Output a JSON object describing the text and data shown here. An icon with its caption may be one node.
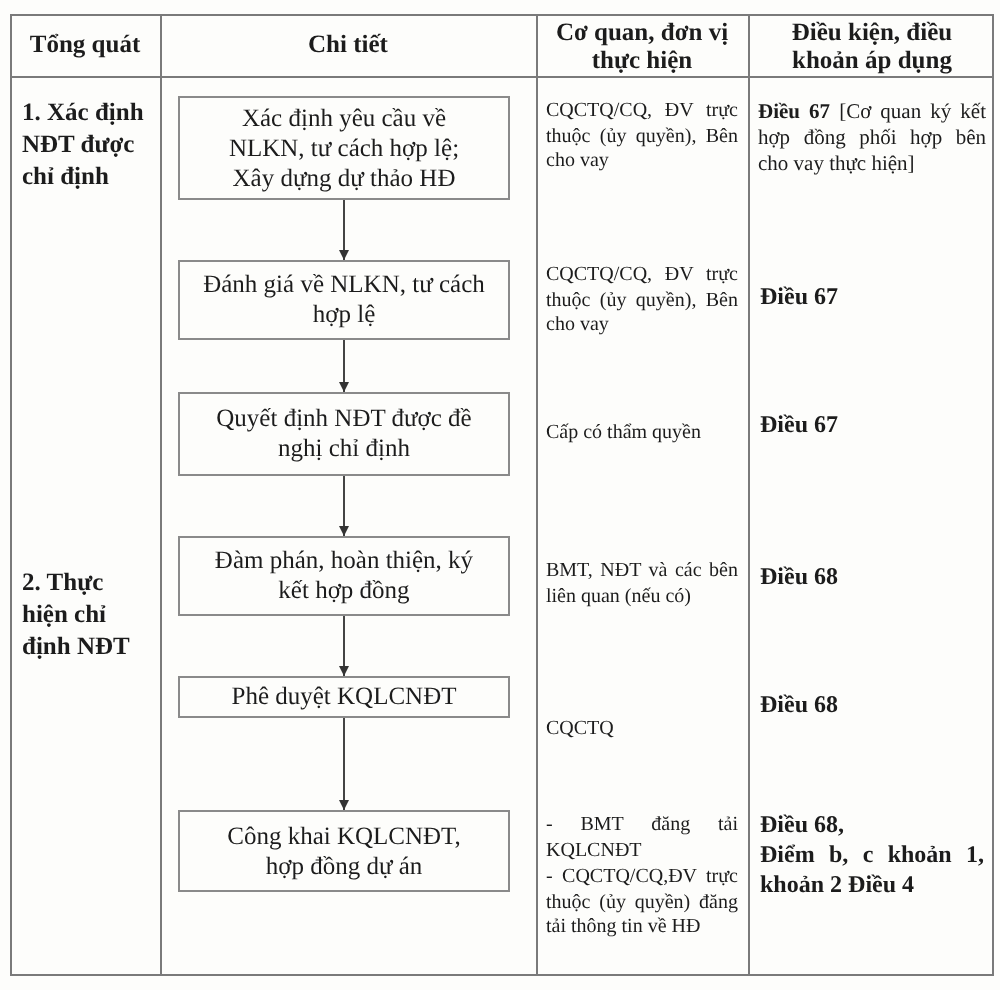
{
  "diagram": {
    "nodes": [
      {
        "text": [
          "Xác định yêu cầu về NLKN, tư cách hợp lệ; Xây dựng dự thảo HĐ"
        ]
      },
      {
        "text": [
          "Đánh giá về NLKN, tư cách hợp lệ"
        ]
      },
      {
        "text": [
          "Quyết định NĐT được đề nghị chỉ định"
        ]
      },
      {
        "text": [
          "Đàm phán, hoàn thiện, ký kết hợp đồng"
        ]
      },
      {
        "text": [
          "Phê duyệt KQLCNĐT"
        ]
      },
      {
        "text": [
          "Công khai KQLCNĐT, hợp đồng dự án"
        ]
      }
    ],
    "edges": [
      {
        "from": 0,
        "to": 1,
        "arrow": "to"
      },
      {
        "from": 1,
        "to": 2,
        "arrow": "to"
      },
      {
        "from": 2,
        "to": 3,
        "arrow": "to"
      },
      {
        "from": 3,
        "to": 4,
        "arrow": "to"
      },
      {
        "from": 4,
        "to": 5,
        "arrow": "to"
      }
    ],
    "labels": [
      "Tổng quát",
      "Chi tiết",
      "Cơ quan, đơn vị thực hiện",
      "Điều kiện, điều khoản áp dụng",
      "1. Xác định NĐT được chỉ định",
      "CQCTQ/CQ, ĐV trực thuộc (ủy quyền), Bên cho vay",
      "**Điều 67** [Cơ quan ký kết hợp đồng phối hợp bên cho vay thực hiện]",
      "CQCTQ/CQ, ĐV trực thuộc (ủy quyền), Bên cho vay",
      "Điều 67",
      "Cấp có thẩm quyền",
      "Điều 67",
      "2. Thực hiện chỉ định NĐT",
      "BMT, NĐT và các bên liên quan (nếu có)",
      "Điều 68",
      "CQCTQ",
      "Điều 68",
      "- BMT đăng tải KQLCNĐT",
      "- CQCTQ/CQ,ĐV trực thuộc (ủy quyền) đăng tải thông tin về HĐ",
      "Điều 68,",
      "Điểm b, c khoản 1, khoản 2 Điều 4"
    ]
  }
}
